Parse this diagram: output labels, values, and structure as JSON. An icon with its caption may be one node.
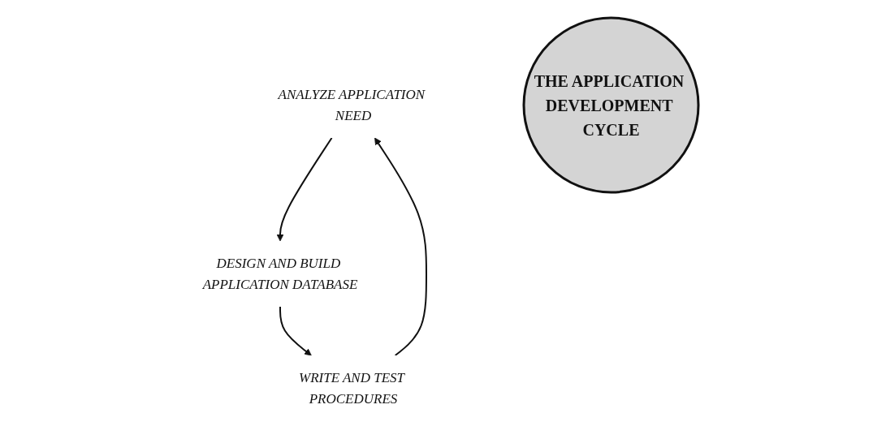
{
  "diagram": {
    "nodes": [
      {
        "text": [
          "ANALYZE APPLICATION NEED"
        ]
      },
      {
        "text": [
          "THE APPLICATION DEVELOPMENT CYCLE"
        ]
      },
      {
        "text": [
          "DESIGN AND BUILD APPLICATION DATABASE"
        ]
      },
      {
        "text": [
          "WRITE AND TEST PROCEDURES"
        ]
      }
    ],
    "edges": [
      {
        "from": 0,
        "to": 2,
        "arrow": "to"
      },
      {
        "from": 2,
        "to": 3,
        "arrow": "to"
      },
      {
        "from": 3,
        "to": 0,
        "arrow": "to"
      }
    ]
  }
}
